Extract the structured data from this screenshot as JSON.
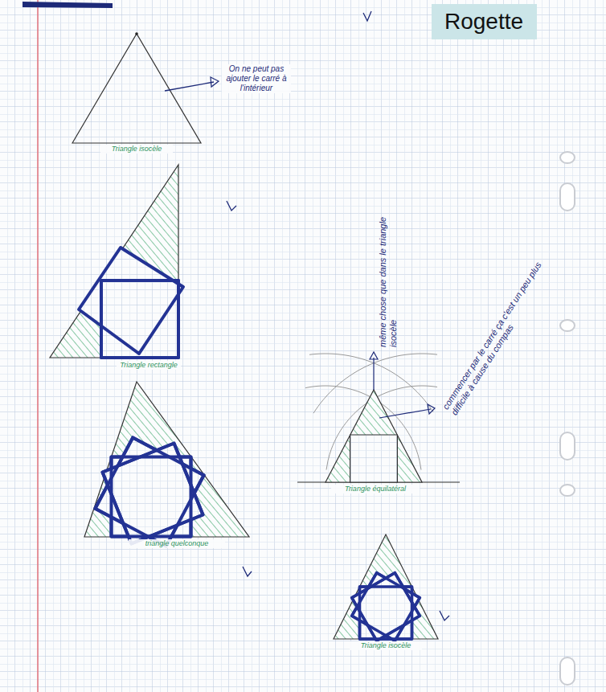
{
  "diagram": {
    "nodes": [
      {
        "text": [
          "Rogette"
        ]
      }
    ],
    "labels": [
      "On ne peut pas ajouter le carré à l'intérieur",
      "Triangle isocèle",
      "Triangle rectangle",
      "même chose que dans le triangle isocèle",
      "commencer par le carré ça c'est un peu plus difficile à cause du compas",
      "Triangle équilatéral",
      "triangle quelconque",
      "Triangle isocèle"
    ]
  }
}
